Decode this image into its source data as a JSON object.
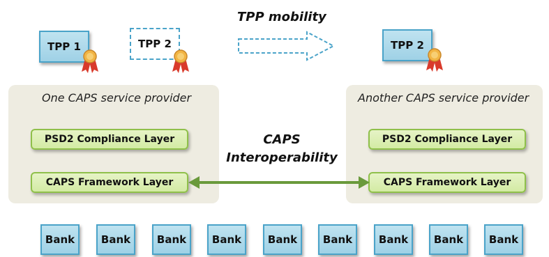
{
  "top": {
    "tpp_boxes": [
      {
        "label": "TPP 1"
      },
      {
        "label": "TPP 2"
      },
      {
        "label": "TPP 2"
      }
    ],
    "mobility_label": "TPP  mobility"
  },
  "providers": {
    "left_title": "One CAPS service provider",
    "right_title": "Another CAPS service provider",
    "compliance_layer": "PSD2 Compliance Layer",
    "framework_layer": "CAPS Framework Layer"
  },
  "interop": {
    "line1": "CAPS",
    "line2": "Interoperability"
  },
  "banks": [
    "Bank",
    "Bank",
    "Bank",
    "Bank",
    "Bank",
    "Bank",
    "Bank",
    "Bank",
    "Bank"
  ],
  "colors": {
    "blue_box": "#9fd1e6",
    "blue_border": "#4aa3c9",
    "green_box": "#d3eba4",
    "green_border": "#8fc04a",
    "provider_bg": "#eeece1",
    "arrow_green": "#6a9a3c",
    "ribbon_red": "#d93a2b",
    "medal_gold": "#f2b544"
  }
}
